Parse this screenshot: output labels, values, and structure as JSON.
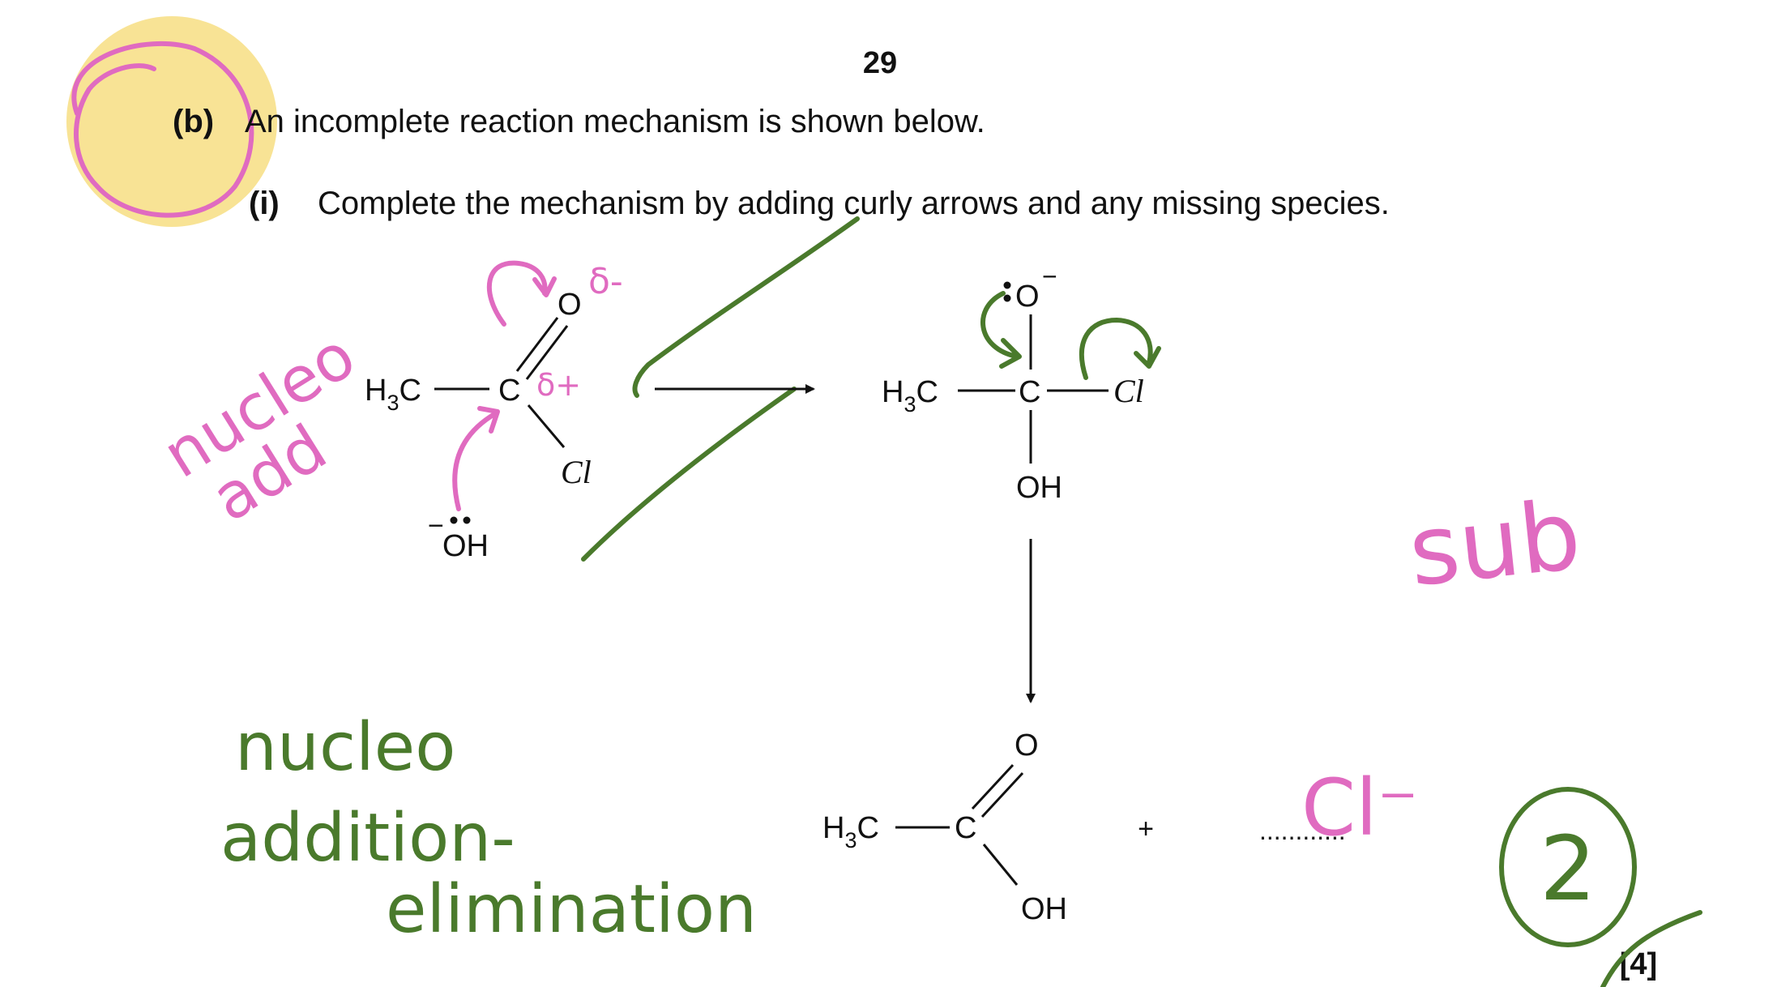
{
  "page_number": "29",
  "question": {
    "part_label": "(b)",
    "part_text": "An incomplete reaction mechanism is shown below.",
    "sub_label": "(i)",
    "sub_text": "Complete the mechanism by adding curly arrows and any missing species.",
    "marks": "[4]"
  },
  "reactant": {
    "methyl": "H3C",
    "carbon": "C",
    "oxygen": "O",
    "chlorine": "Cl",
    "nucleophile": "OH"
  },
  "intermediate": {
    "methyl": "H3C",
    "carbon": "C",
    "oxygen": "O",
    "chlorine": "Cl",
    "hydroxyl": "OH"
  },
  "product": {
    "methyl": "H3C",
    "carbon": "C",
    "oxygen": "O",
    "hydroxyl": "OH",
    "plus": "+",
    "blank": "............",
    "answer_handwritten": "Cl⁻"
  },
  "annotations": {
    "pink_side_note": [
      "nucleo",
      "add"
    ],
    "delta_minus": "δ-",
    "delta_plus": "δ+",
    "pink_right_note": "sub",
    "green_note": [
      "nucleo",
      "addition-",
      "elimination"
    ],
    "green_score": "2"
  },
  "colors": {
    "highlight_yellow": "#f7e08a",
    "pink_ink": "#e06bc0",
    "green_ink": "#4a7a2c"
  }
}
